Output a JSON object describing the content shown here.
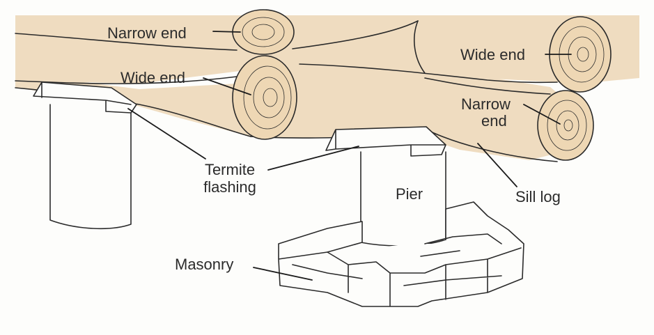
{
  "labels": {
    "narrow_end_top": "Narrow end",
    "wide_end_left": "Wide end",
    "wide_end_right": "Wide end",
    "narrow_end_right_line1": "Narrow",
    "narrow_end_right_line2": "end",
    "termite_flashing_line1": "Termite",
    "termite_flashing_line2": "flashing",
    "pier": "Pier",
    "sill_log": "Sill log",
    "masonry": "Masonry"
  },
  "colors": {
    "log_fill": "#efdcc0",
    "log_end_fill": "#eed7b4",
    "ink": "#2a2a2a",
    "paper": "#fdfdfb"
  }
}
